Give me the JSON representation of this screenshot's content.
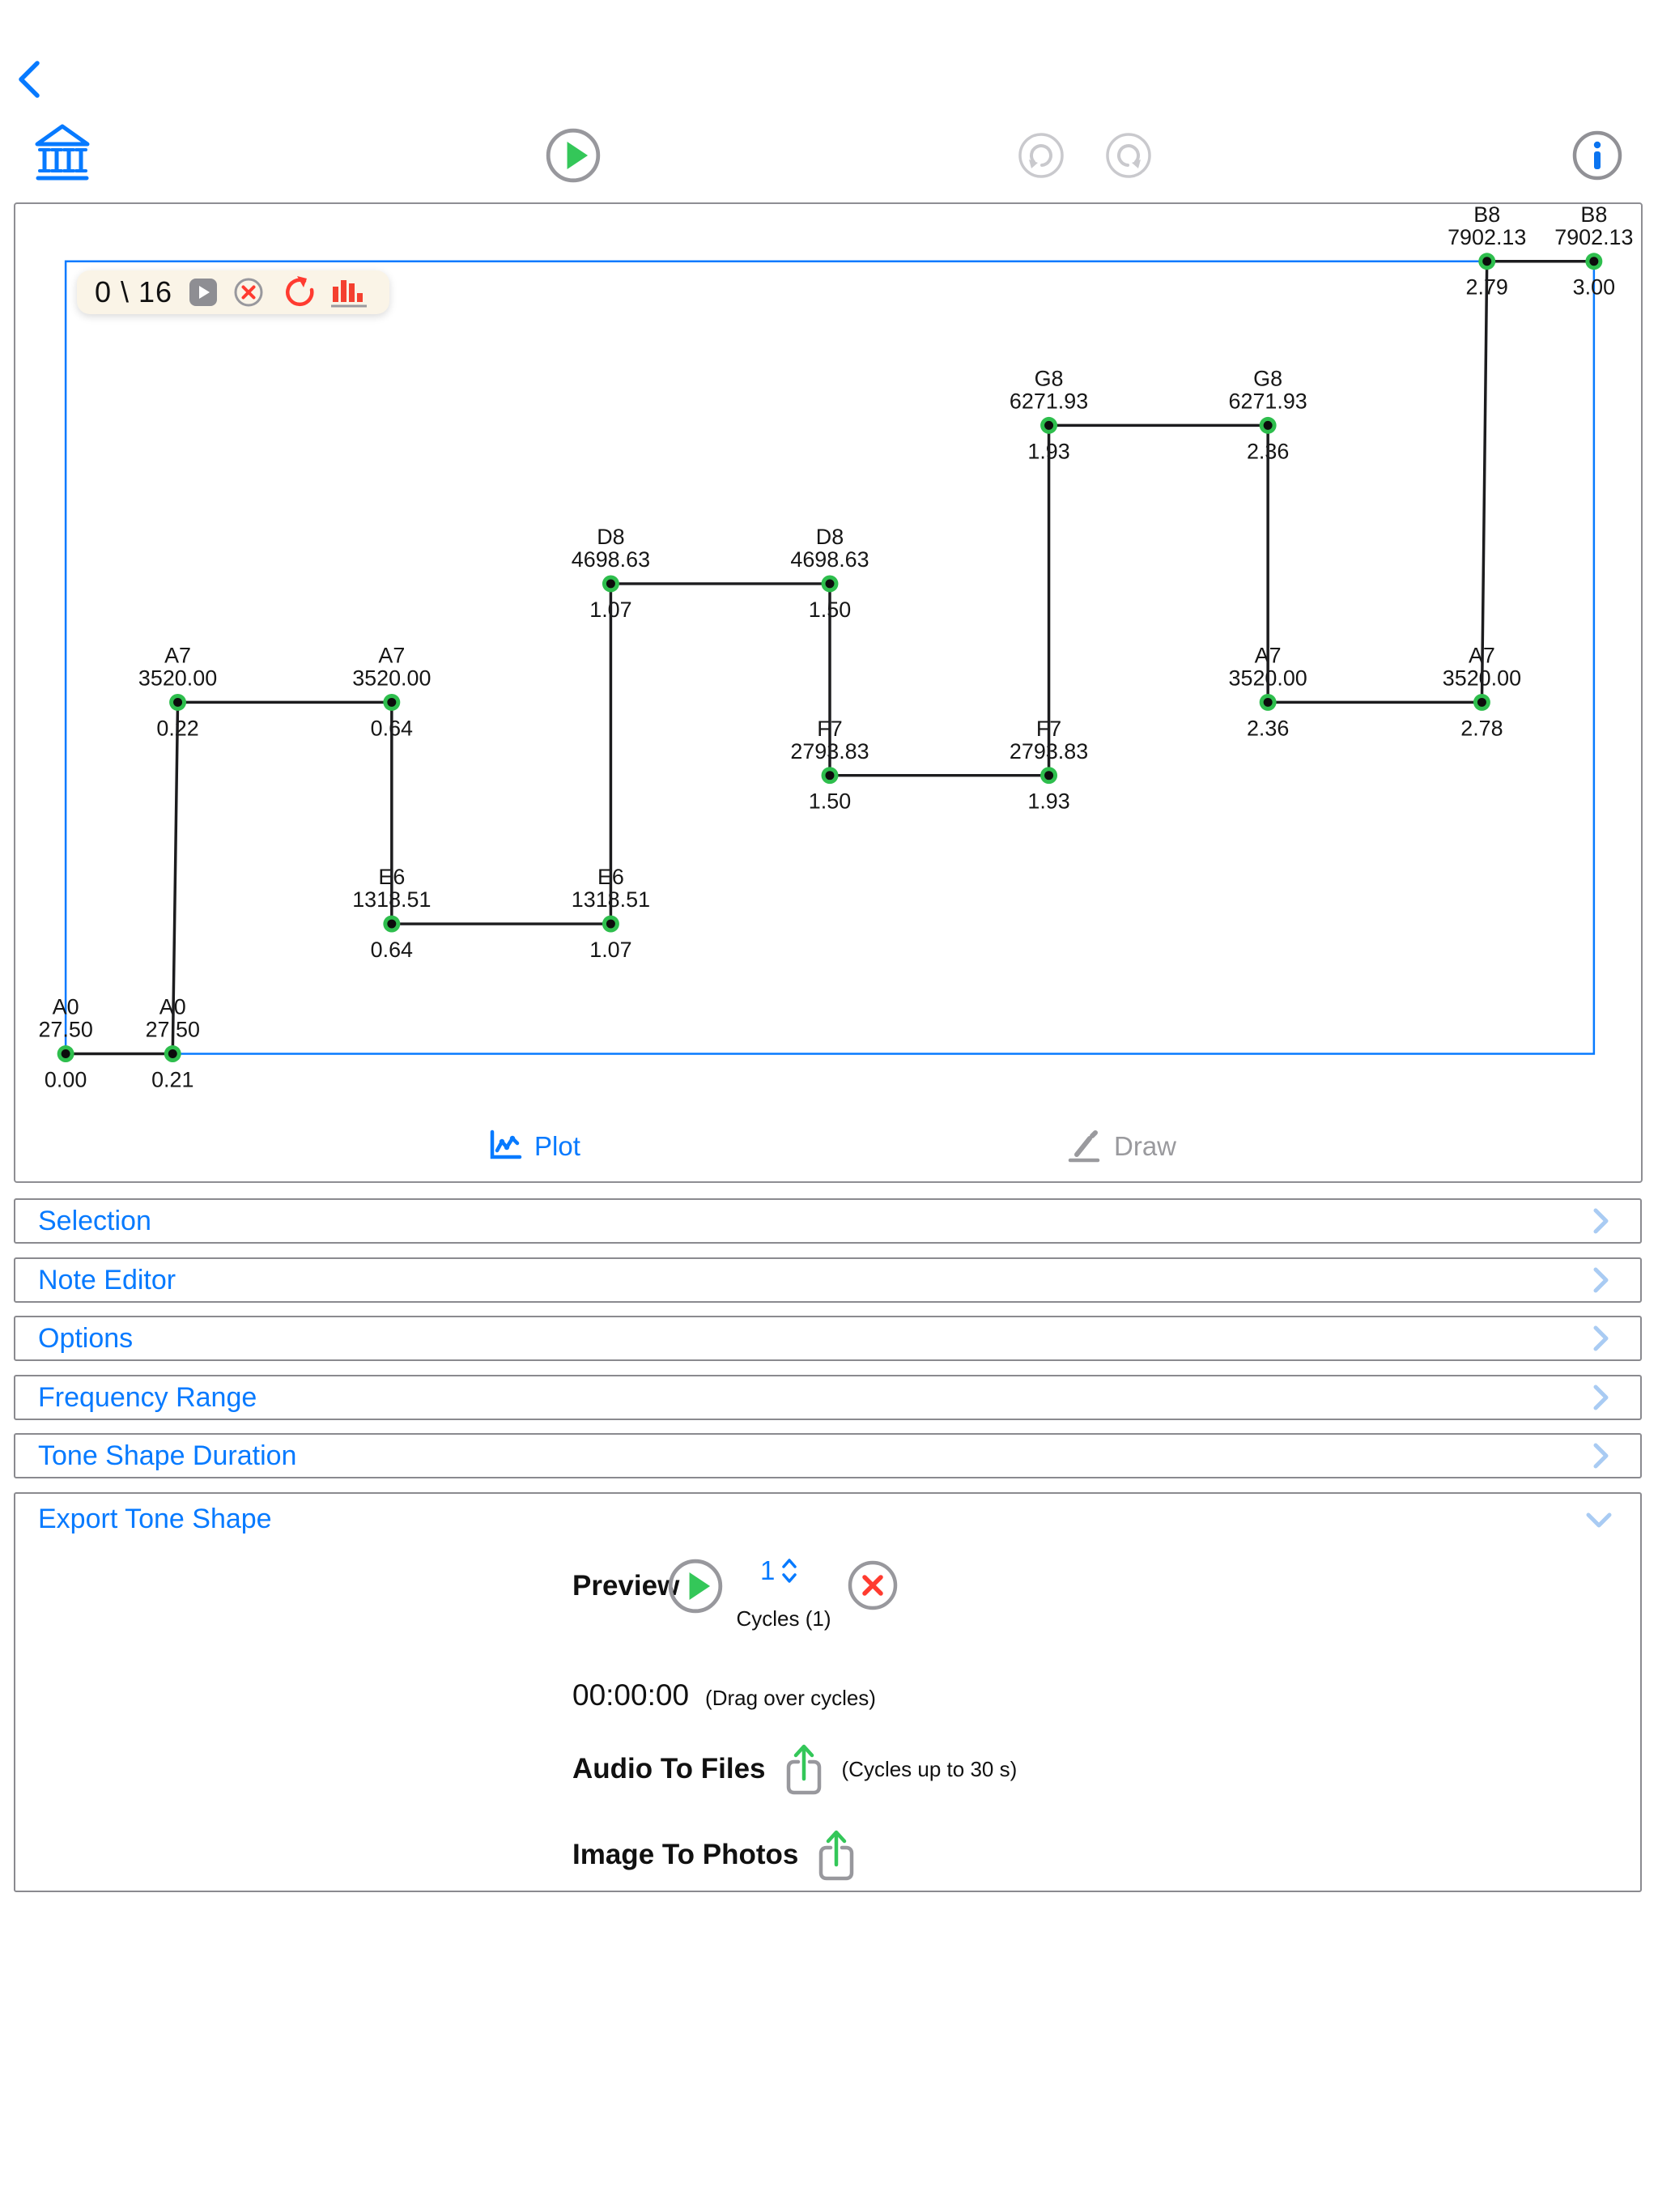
{
  "colors": {
    "accent": "#077AFF",
    "green": "#34C759",
    "red": "#FF3B30",
    "marker_green": "#2EBE4D",
    "marker_core": "#0C0C0C",
    "line": "#1C1C1E",
    "card_border": "#8A8A8F",
    "light_blue": "#A9CBF3",
    "pill_bg": "#FAF4E7",
    "gray_icon": "#98989D",
    "disabled_gray": "#C9C9CD"
  },
  "toolbar": {
    "icons": {
      "back": "chevron-left",
      "library": "bank-building",
      "play": "play-circle",
      "undo": "undo-arrow-circle",
      "redo": "redo-arrow-circle",
      "info": "info-circle"
    }
  },
  "plot": {
    "counter": "0 \\ 16",
    "tabs": [
      {
        "label": "Plot",
        "active": true
      },
      {
        "label": "Draw",
        "active": false
      }
    ],
    "chart_data": {
      "type": "step-line",
      "x_range": [
        0,
        3
      ],
      "freq_range": [
        27.5,
        7902.13
      ],
      "grid": false,
      "points": [
        {
          "note": "A0",
          "freq": 27.5,
          "freq_label": "27.50",
          "time": 0.0,
          "time_label": "0.00"
        },
        {
          "note": "A0",
          "freq": 27.5,
          "freq_label": "27.50",
          "time": 0.21,
          "time_label": "0.21"
        },
        {
          "note": "A7",
          "freq": 3520.0,
          "freq_label": "3520.00",
          "time": 0.22,
          "time_label": "0.22"
        },
        {
          "note": "A7",
          "freq": 3520.0,
          "freq_label": "3520.00",
          "time": 0.64,
          "time_label": "0.64"
        },
        {
          "note": "E6",
          "freq": 1318.51,
          "freq_label": "1318.51",
          "time": 0.64,
          "time_label": "0.64"
        },
        {
          "note": "E6",
          "freq": 1318.51,
          "freq_label": "1318.51",
          "time": 1.07,
          "time_label": "1.07"
        },
        {
          "note": "D8",
          "freq": 4698.63,
          "freq_label": "4698.63",
          "time": 1.07,
          "time_label": "1.07"
        },
        {
          "note": "D8",
          "freq": 4698.63,
          "freq_label": "4698.63",
          "time": 1.5,
          "time_label": "1.50"
        },
        {
          "note": "F7",
          "freq": 2793.83,
          "freq_label": "2793.83",
          "time": 1.5,
          "time_label": "1.50"
        },
        {
          "note": "F7",
          "freq": 2793.83,
          "freq_label": "2793.83",
          "time": 1.93,
          "time_label": "1.93"
        },
        {
          "note": "G8",
          "freq": 6271.93,
          "freq_label": "6271.93",
          "time": 1.93,
          "time_label": "1.93"
        },
        {
          "note": "G8",
          "freq": 6271.93,
          "freq_label": "6271.93",
          "time": 2.36,
          "time_label": "2.36"
        },
        {
          "note": "A7",
          "freq": 3520.0,
          "freq_label": "3520.00",
          "time": 2.36,
          "time_label": "2.36"
        },
        {
          "note": "A7",
          "freq": 3520.0,
          "freq_label": "3520.00",
          "time": 2.78,
          "time_label": "2.78"
        },
        {
          "note": "B8",
          "freq": 7902.13,
          "freq_label": "7902.13",
          "time": 2.79,
          "time_label": "2.79"
        },
        {
          "note": "B8",
          "freq": 7902.13,
          "freq_label": "7902.13",
          "time": 3.0,
          "time_label": "3.00"
        }
      ]
    }
  },
  "sections": [
    {
      "label": "Selection"
    },
    {
      "label": "Note Editor"
    },
    {
      "label": "Options"
    },
    {
      "label": "Frequency Range"
    },
    {
      "label": "Tone Shape Duration"
    }
  ],
  "export": {
    "title": "Export Tone Shape",
    "preview_label": "Preview",
    "cycles_value": "1",
    "cycles_caption": "Cycles (1)",
    "time_value": "00:00:00",
    "time_hint": "(Drag over cycles)",
    "audio_label": "Audio To Files",
    "audio_hint": "(Cycles up to 30 s)",
    "image_label": "Image To Photos"
  }
}
